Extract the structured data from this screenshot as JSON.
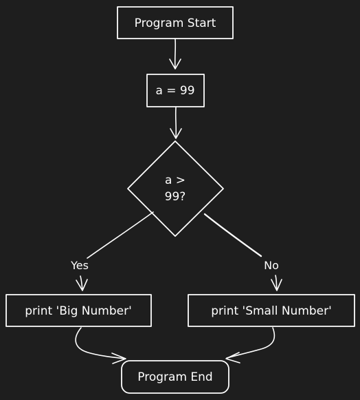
{
  "nodes": {
    "start": "Program Start",
    "assign": "a = 99",
    "decision_line1": "a >",
    "decision_line2": "99?",
    "yes_action": "print 'Big Number'",
    "no_action": "print 'Small Number'",
    "end": "Program End"
  },
  "edges": {
    "yes_label": "Yes",
    "no_label": "No"
  }
}
